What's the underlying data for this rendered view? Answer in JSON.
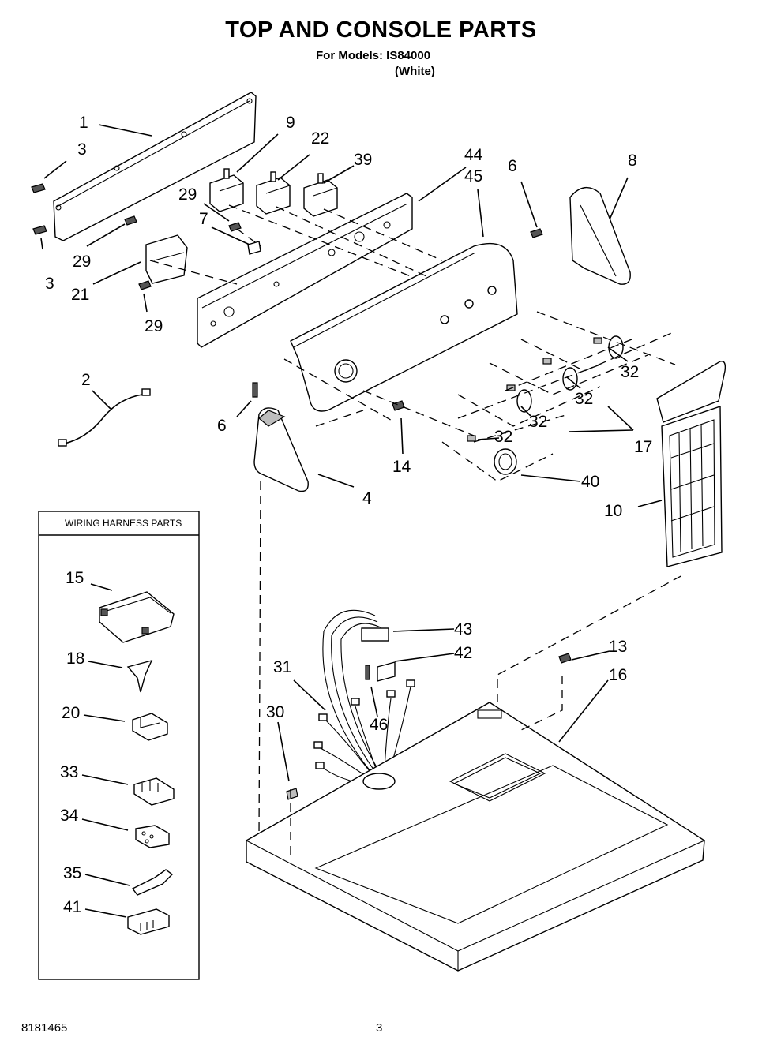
{
  "header": {
    "title": "TOP AND CONSOLE PARTS",
    "models_line": "For Models: IS84000",
    "color_line": "(White)"
  },
  "callouts": {
    "c1": "1",
    "c3a": "3",
    "c3b": "3",
    "c9": "9",
    "c22": "22",
    "c39": "39",
    "c44": "44",
    "c45": "45",
    "c6a": "6",
    "c8": "8",
    "c29a": "29",
    "c7": "7",
    "c29b": "29",
    "c21": "21",
    "c29c": "29",
    "c2": "2",
    "c6b": "6",
    "c14": "14",
    "c4": "4",
    "c32a": "32",
    "c32b": "32",
    "c32c": "32",
    "c32d": "32",
    "c17": "17",
    "c40": "40",
    "c10": "10",
    "c43": "43",
    "c42": "42",
    "c13": "13",
    "c16": "16",
    "c31": "31",
    "c30": "30",
    "c46": "46"
  },
  "wiring_box": {
    "title": "WIRING HARNESS PARTS",
    "items": [
      "15",
      "18",
      "20",
      "33",
      "34",
      "35",
      "41"
    ]
  },
  "footer": {
    "doc_number": "8181465",
    "page_number": "3"
  }
}
